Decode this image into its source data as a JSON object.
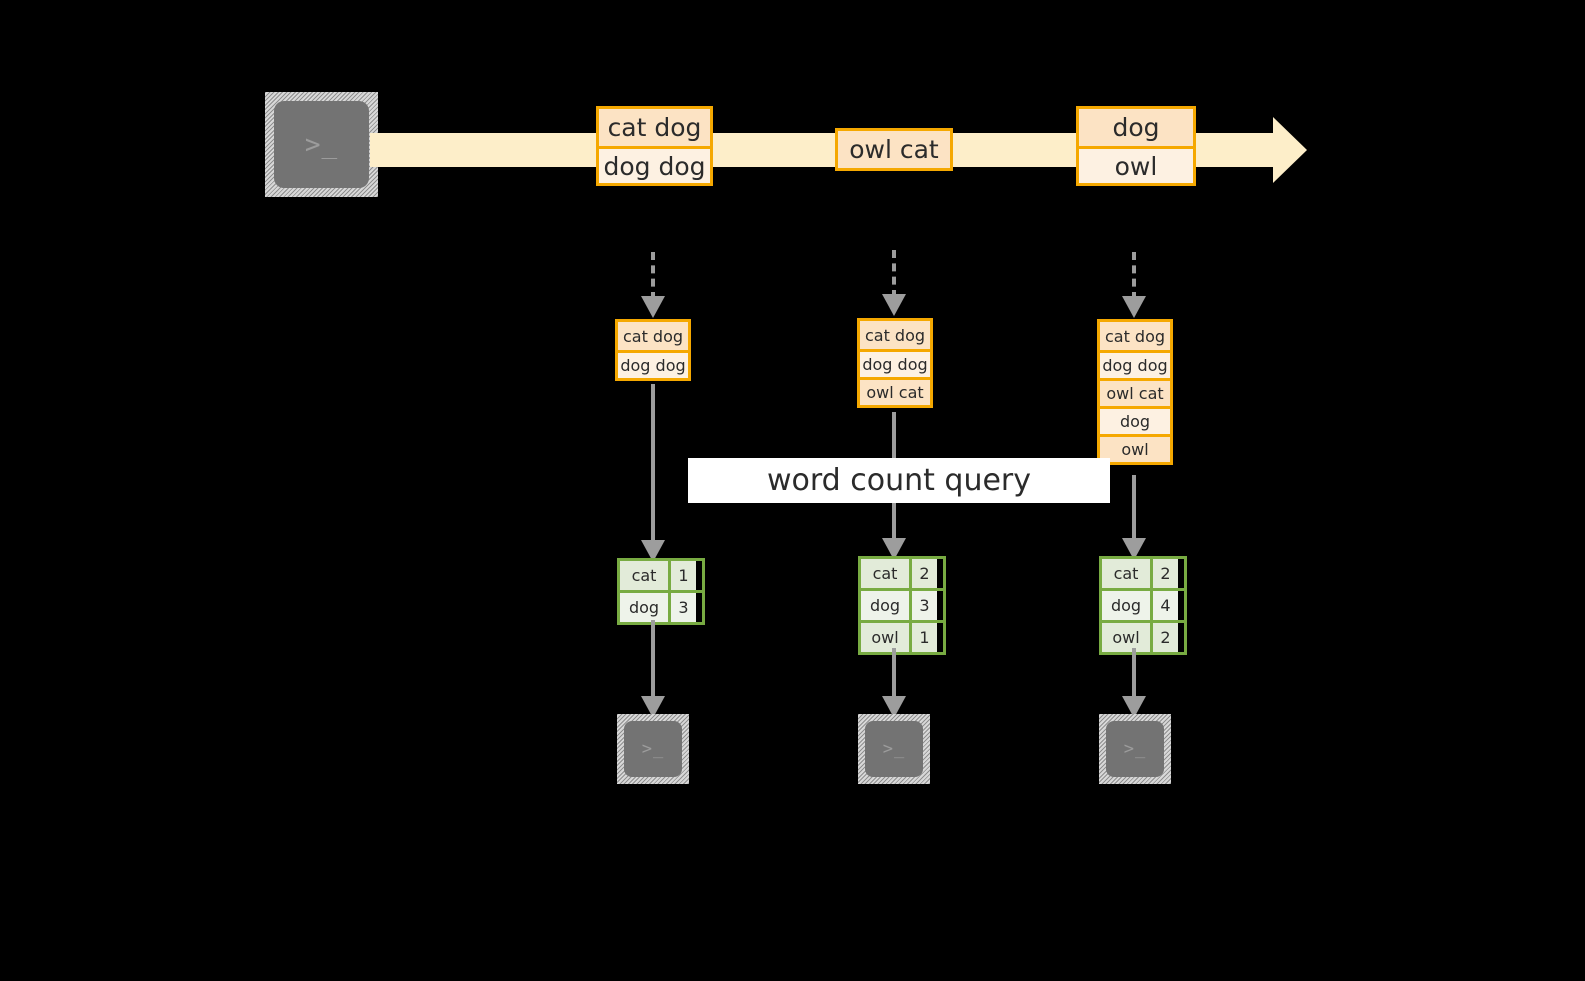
{
  "diagram": {
    "title_label": "word count query",
    "colors": {
      "background": "#000000",
      "stream_fill": "#fdeec9",
      "box_border": "#f5a800",
      "box_fill_a": "#fce3c4",
      "box_fill_b": "#fdf1e2",
      "table_border": "#78ab42",
      "table_fill_a": "#e2ebd9",
      "table_fill_b": "#eef3ea",
      "arrow": "#9d9d9d",
      "terminal_body": "#737373"
    },
    "source": {
      "icon": "terminal-icon",
      "glyph": ">_"
    },
    "stream": {
      "name": "event-stream-arrow",
      "events": [
        {
          "lines": [
            "cat dog",
            "dog dog"
          ]
        },
        {
          "lines": [
            "owl cat"
          ]
        },
        {
          "lines": [
            "dog",
            "owl"
          ]
        }
      ]
    },
    "stages": [
      {
        "name": "stage-1",
        "accumulated": [
          "cat dog",
          "dog dog"
        ],
        "result": {
          "rows": [
            {
              "word": "cat",
              "count": "1"
            },
            {
              "word": "dog",
              "count": "3"
            }
          ]
        },
        "sink": {
          "icon": "terminal-icon",
          "glyph": ">_"
        }
      },
      {
        "name": "stage-2",
        "accumulated": [
          "cat dog",
          "dog dog",
          "owl cat"
        ],
        "result": {
          "rows": [
            {
              "word": "cat",
              "count": "2"
            },
            {
              "word": "dog",
              "count": "3"
            },
            {
              "word": "owl",
              "count": "1"
            }
          ]
        },
        "sink": {
          "icon": "terminal-icon",
          "glyph": ">_"
        }
      },
      {
        "name": "stage-3",
        "accumulated": [
          "cat dog",
          "dog dog",
          "owl cat",
          "dog",
          "owl"
        ],
        "result": {
          "rows": [
            {
              "word": "cat",
              "count": "2"
            },
            {
              "word": "dog",
              "count": "4"
            },
            {
              "word": "owl",
              "count": "2"
            }
          ]
        },
        "sink": {
          "icon": "terminal-icon",
          "glyph": ">_"
        }
      }
    ]
  }
}
